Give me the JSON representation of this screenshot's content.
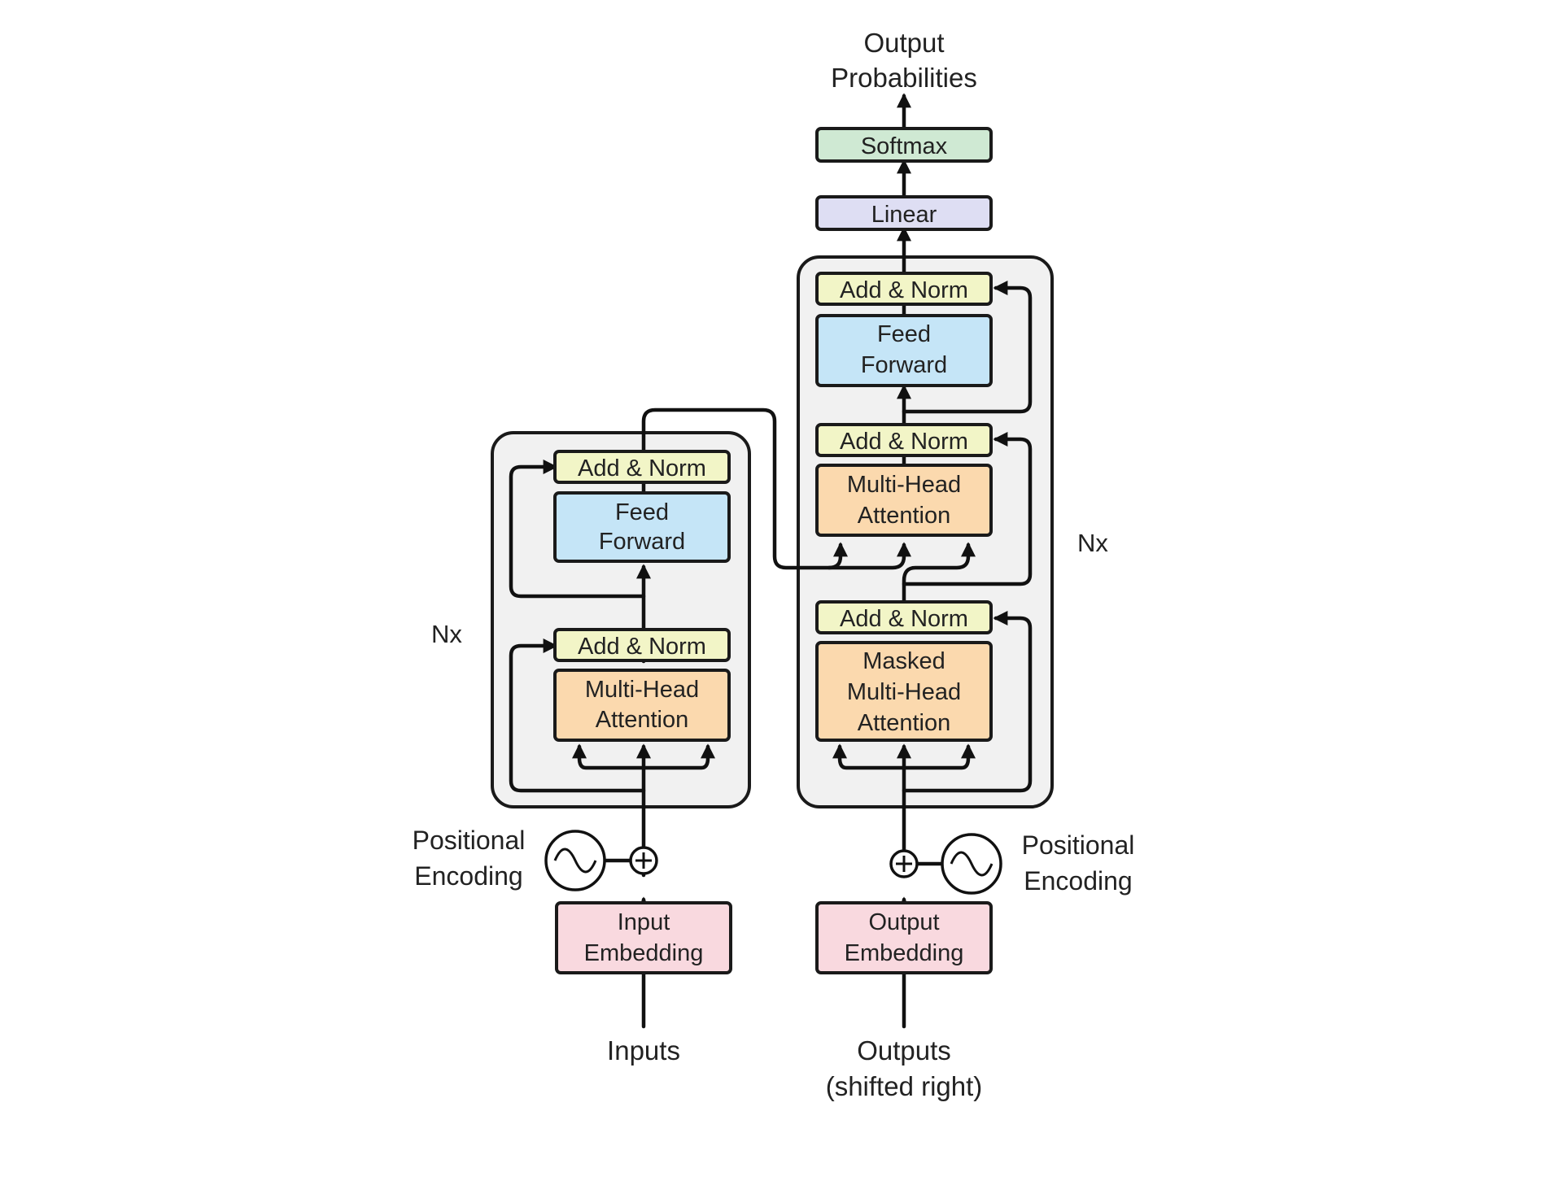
{
  "colors": {
    "add_norm": "#f2f5c7",
    "feed_forward": "#c5e5f7",
    "attention": "#fbd9ae",
    "embedding": "#f9d9df",
    "linear": "#dedef3",
    "softmax": "#cfe9d3",
    "stack_bg": "#f1f1f1"
  },
  "output": {
    "line1": "Output",
    "line2": "Probabilities"
  },
  "softmax": "Softmax",
  "linear": "Linear",
  "encoder": {
    "repeat_label": "Nx",
    "add_norm_top": "Add & Norm",
    "feed_forward": [
      "Feed",
      "Forward"
    ],
    "add_norm_bottom": "Add & Norm",
    "attention": [
      "Multi-Head",
      "Attention"
    ],
    "positional_encoding": [
      "Positional",
      "Encoding"
    ],
    "embedding": [
      "Input",
      "Embedding"
    ],
    "input_label": "Inputs"
  },
  "decoder": {
    "repeat_label": "Nx",
    "add_norm_top": "Add & Norm",
    "feed_forward": [
      "Feed",
      "Forward"
    ],
    "add_norm_mid": "Add & Norm",
    "attention": [
      "Multi-Head",
      "Attention"
    ],
    "add_norm_bottom": "Add & Norm",
    "masked_attention": [
      "Masked",
      "Multi-Head",
      "Attention"
    ],
    "positional_encoding": [
      "Positional",
      "Encoding"
    ],
    "embedding": [
      "Output",
      "Embedding"
    ],
    "input_label": [
      "Outputs",
      "(shifted right)"
    ]
  }
}
